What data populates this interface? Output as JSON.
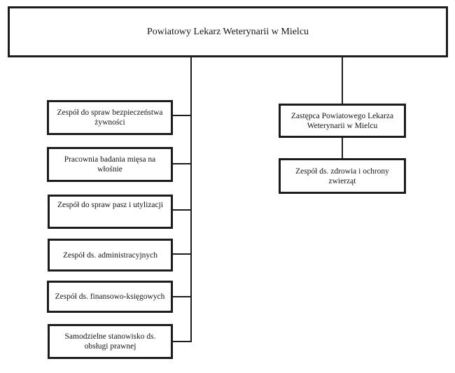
{
  "org": {
    "type": "org-chart",
    "root": {
      "label": "Powiatowy Lekarz Weterynarii w Mielcu"
    },
    "left_branch": [
      {
        "label": "Zespół do spraw bezpieczeństwa\nżywności"
      },
      {
        "label": "Pracownia badania mięsa na\nwłośnie"
      },
      {
        "label": "Zespół do spraw pasz i utylizacji"
      },
      {
        "label": "Zespół ds. administracyjnych"
      },
      {
        "label": "Zespół ds. finansowo-księgowych"
      },
      {
        "label": "Samodzielne stanowisko ds.\nobsługi prawnej"
      }
    ],
    "right_branch": [
      {
        "label": "Zastępca Powiatowego Lekarza\nWeterynarii w Mielcu"
      },
      {
        "label": "Zespół ds. zdrowia i ochrony\nzwierząt"
      }
    ],
    "colors": {
      "border": "#1c1c1c",
      "text": "#141414",
      "background": "#ffffff"
    }
  }
}
